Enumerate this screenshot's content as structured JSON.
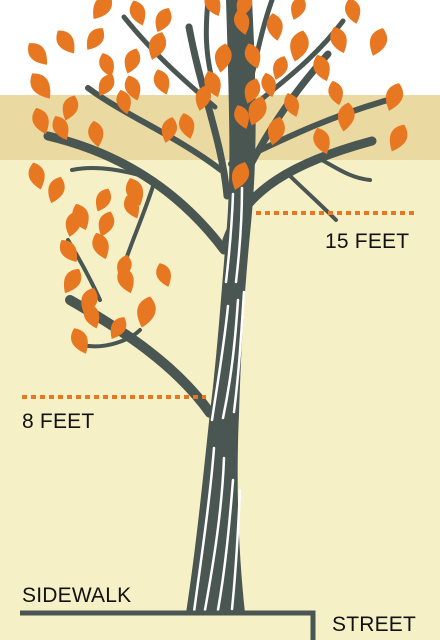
{
  "labels": {
    "fifteen_feet": "15 FEET",
    "eight_feet": "8 FEET",
    "sidewalk": "SIDEWALK",
    "street": "STREET"
  },
  "colors": {
    "sky": "#ffffff",
    "band": "#ebd9a2",
    "ground": "#f6f0c7",
    "trunk": "#4a5651",
    "trunk_highlight": "#ffffff",
    "leaf": "#e87722",
    "dotted_marker": "#e87722",
    "ground_line": "#4a5651"
  },
  "icons": {
    "tree": "tree-illustration-icon",
    "leaf": "leaf-icon"
  }
}
